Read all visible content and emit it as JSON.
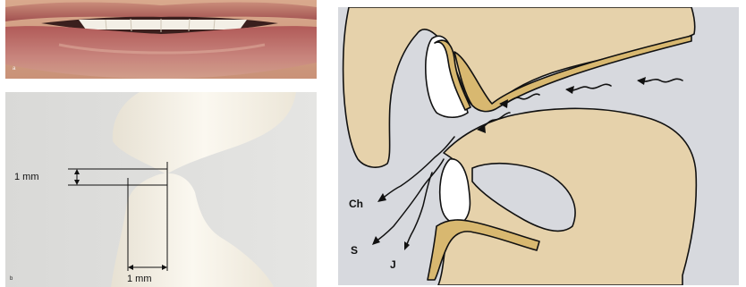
{
  "figure": {
    "panel_a": {
      "letter": "a"
    },
    "panel_b": {
      "letter": "b",
      "vertical_measure": "1 mm",
      "horizontal_measure": "1 mm"
    },
    "panel_c": {
      "labels": {
        "ch": "Ch",
        "s": "S",
        "j": "J"
      }
    }
  },
  "colors": {
    "tissue": "#e6d2ab",
    "background_gray": "#d7d9de",
    "enamel_band": "#d8b870",
    "line": "#111111",
    "photo_bg": "#dcdcdb",
    "tooth_model": "#f4f0e6",
    "lip_red": "#b4605e"
  }
}
